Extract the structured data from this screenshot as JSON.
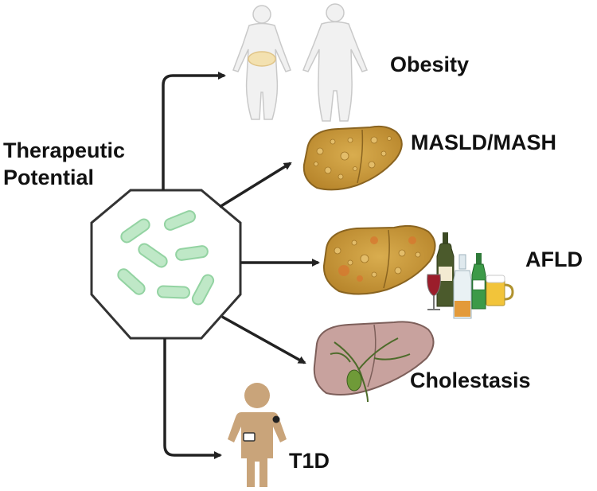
{
  "title": {
    "line1": "Therapeutic",
    "line2": "Potential"
  },
  "hub": {
    "shape": "octagon",
    "contents": "bacteria"
  },
  "targets": [
    {
      "label": "Obesity",
      "icon": "human-figures-icon"
    },
    {
      "label": "MASLD/MASH",
      "icon": "fatty-liver-icon"
    },
    {
      "label": "AFLD",
      "icon": "alcoholic-liver-icon"
    },
    {
      "label": "Cholestasis",
      "icon": "cholestatic-liver-icon"
    },
    {
      "label": "T1D",
      "icon": "child-with-glucose-monitor-icon"
    }
  ],
  "colors": {
    "arrow": "#222222",
    "bacteria_fill": "#bfe8c7",
    "bacteria_stroke": "#8fd19e",
    "fatty_liver": "#c99a3a",
    "healthy_liver": "#c39a95",
    "human_skin": "#c9a47a"
  }
}
